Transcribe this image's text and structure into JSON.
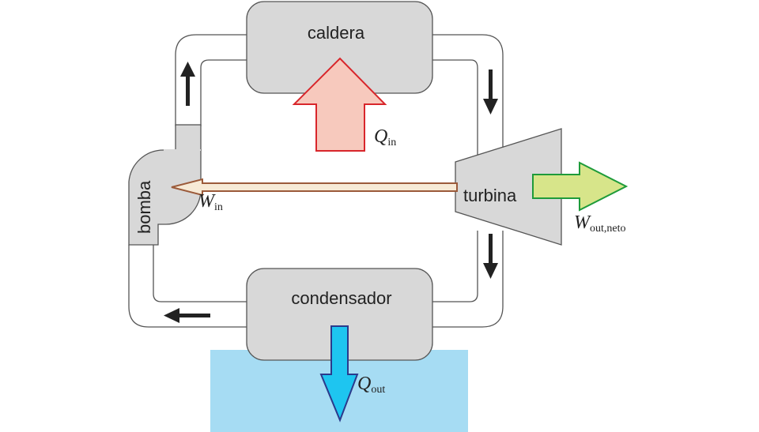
{
  "components": {
    "boiler": "caldera",
    "turbine": "turbina",
    "pump": "bomba",
    "condenser": "condensador"
  },
  "energy_flows": {
    "heat_in": {
      "symbol": "Q",
      "subscript": "in"
    },
    "work_in": {
      "symbol": "W",
      "subscript": "in"
    },
    "work_out": {
      "symbol": "W",
      "subscript": "out,neto"
    },
    "heat_out": {
      "symbol": "Q",
      "subscript": "out"
    }
  },
  "colors": {
    "component_fill": "#d8d8d8",
    "heat_in_fill": "#f7c9bd",
    "heat_in_stroke": "#d8262b",
    "work_out_fill": "#d7e58a",
    "work_out_stroke": "#1e9b3a",
    "work_in_fill": "#f7ead6",
    "work_in_stroke": "#9b5a3a",
    "heat_out_fill": "#1ec5f0",
    "heat_out_stroke": "#2b3a8c",
    "cooling_water": "#a6dcf3",
    "flow_arrow": "#222222"
  }
}
